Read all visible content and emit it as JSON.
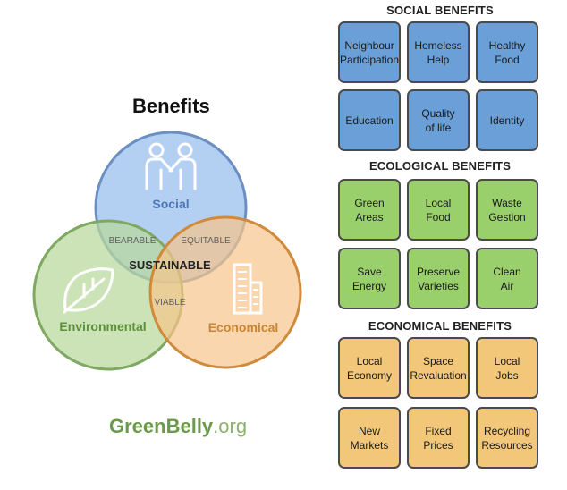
{
  "venn": {
    "title": "Benefits",
    "circles": {
      "social": {
        "label": "Social",
        "fill": "#9ec2ee",
        "stroke": "#6b8fc0",
        "text_color": "#4e79b5"
      },
      "environmental": {
        "label": "Environmental",
        "fill": "#b9d89b",
        "stroke": "#7fa862",
        "text_color": "#5c8f3a"
      },
      "economical": {
        "label": "Economical",
        "fill": "#f7c48a",
        "stroke": "#d08a3c",
        "text_color": "#c98534"
      }
    },
    "overlaps": {
      "bearable": "BEARABLE",
      "equitable": "EQUITABLE",
      "viable": "VIABLE",
      "center": "SUSTAINABLE"
    },
    "icons": [
      "people-handshake-icon",
      "leaf-icon",
      "building-icon"
    ]
  },
  "brand": {
    "name": "GreenBelly",
    "tld": ".org"
  },
  "sections": [
    {
      "title": "SOCIAL BENEFITS",
      "color": "#6a9fd8",
      "items": [
        "Neighbour\nParticipation",
        "Homeless\nHelp",
        "Healthy\nFood",
        "Education",
        "Quality\nof life",
        "Identity"
      ]
    },
    {
      "title": "ECOLOGICAL BENEFITS",
      "color": "#9ad06c",
      "items": [
        "Green\nAreas",
        "Local\nFood",
        "Waste\nGestion",
        "Save\nEnergy",
        "Preserve\nVarieties",
        "Clean\nAir"
      ]
    },
    {
      "title": "ECONOMICAL BENEFITS",
      "color": "#f3c779",
      "items": [
        "Local\nEconomy",
        "Space\nRevaluation",
        "Local\nJobs",
        "New\nMarkets",
        "Fixed\nPrices",
        "Recycling\nResources"
      ]
    }
  ]
}
